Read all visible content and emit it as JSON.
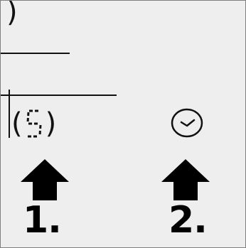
{
  "display": {
    "top_paren": ")",
    "readout_open": "(",
    "readout_digit": "5",
    "readout_close": ")"
  },
  "icons": {
    "clock": "clock-icon",
    "arrow": "up-arrow-icon"
  },
  "steps": [
    {
      "label": "1."
    },
    {
      "label": "2."
    }
  ],
  "colors": {
    "background": "#eeeeee",
    "ink": "#111111",
    "frame": "#7f7f7f"
  }
}
